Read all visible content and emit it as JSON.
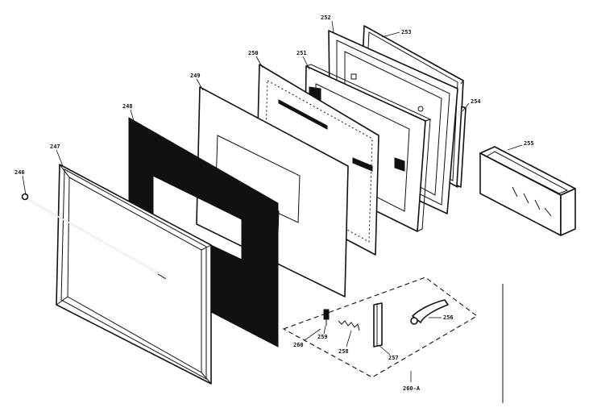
{
  "labels": {
    "p246": "246",
    "p247": "247",
    "p248": "248",
    "p249": "249",
    "p250": "250",
    "p251": "251",
    "p252": "252",
    "p253": "253",
    "p254": "254",
    "p255": "255",
    "p256": "256",
    "p257": "257",
    "p258": "258",
    "p259": "259",
    "p260": "260",
    "p260a": "260-A"
  },
  "colors": {
    "line": "#111111",
    "background": "#ffffff"
  }
}
